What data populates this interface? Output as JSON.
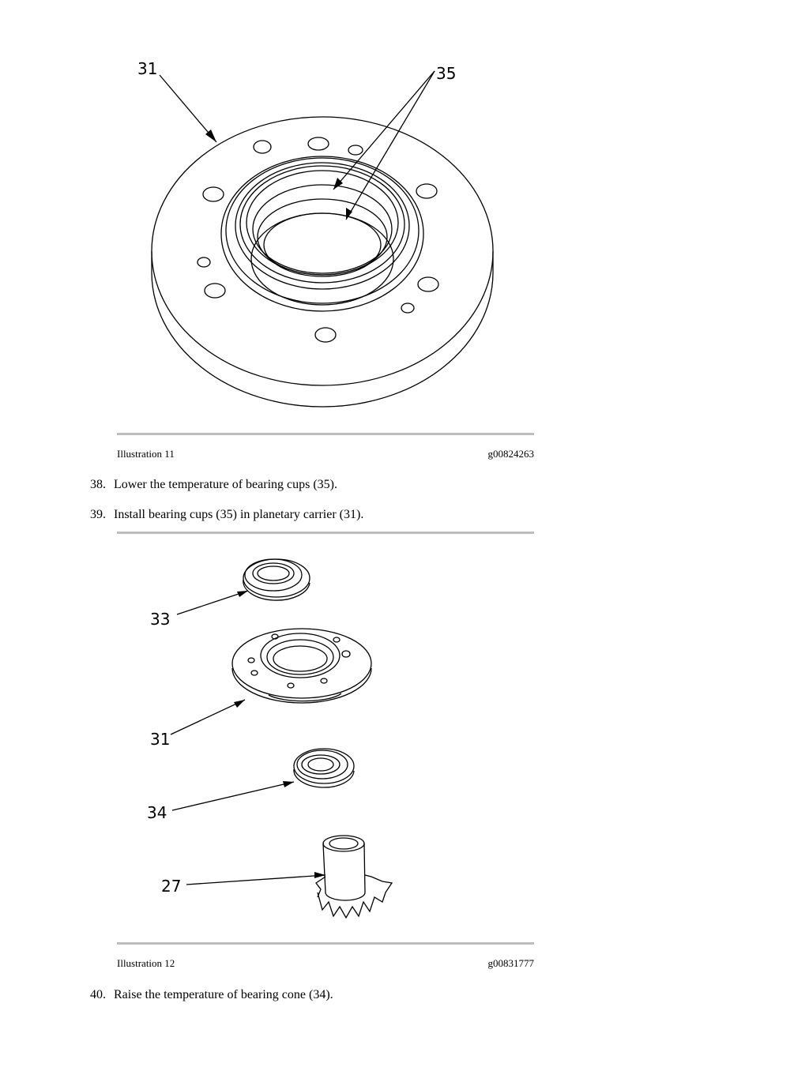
{
  "illustration_11": {
    "caption": "Illustration 11",
    "code": "g00824263",
    "callouts": {
      "carrier": "31",
      "bearing_cups": "35"
    }
  },
  "steps": [
    {
      "number": "38.",
      "text": "Lower the temperature of bearing cups (35)."
    },
    {
      "number": "39.",
      "text": "Install bearing cups (35) in planetary carrier (31)."
    },
    {
      "number": "40.",
      "text": "Raise the temperature of bearing cone (34)."
    }
  ],
  "illustration_12": {
    "caption": "Illustration 12",
    "code": "g00831777",
    "callouts": {
      "bearing_top": "33",
      "carrier": "31",
      "bearing_cone": "34",
      "gear": "27"
    }
  }
}
